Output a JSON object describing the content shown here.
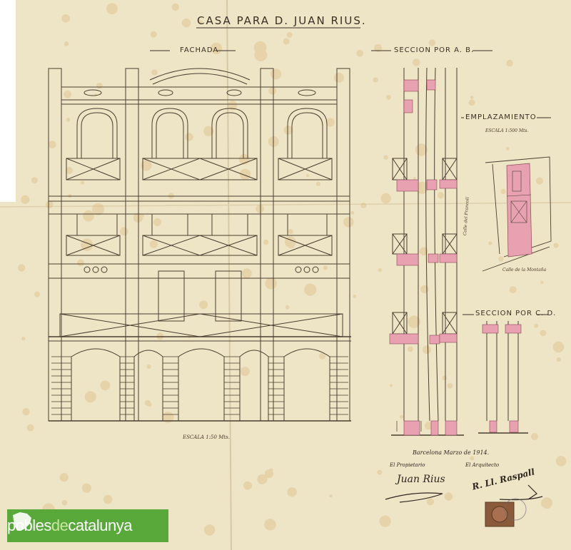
{
  "document": {
    "title": "CASA PARA D. JUAN RIUS.",
    "labels": {
      "fachada": "FACHADA",
      "seccion_ab": "SECCION POR A. B.",
      "emplazamiento": "EMPLAZAMIENTO",
      "escala_emplazamiento": "ESCALA 1:500 Mts.",
      "seccion_cd": "SECCION POR C. D.",
      "escala_fachada": "ESCALA 1:50 Mts.",
      "calle_vertical": "Calle del Francolí",
      "calle_horizontal": "Calle de la Montaña"
    },
    "signature_block": {
      "place_date": "Barcelona Marzo de 1914.",
      "propietario_label": "El Propietario",
      "arquitecto_label": "El Arquitecto",
      "propietario_signature": "Juan Rius",
      "arquitecto_signature": "R. Ll. Raspall"
    }
  },
  "watermark": {
    "part1": "pobles",
    "part2": "de",
    "part3": "catalunya"
  },
  "colors": {
    "paper": "#eee4c6",
    "ink": "#3a3024",
    "section_fill": "#e7a1b1",
    "stain": "#d8a860",
    "brand_green": "#59a83a"
  }
}
